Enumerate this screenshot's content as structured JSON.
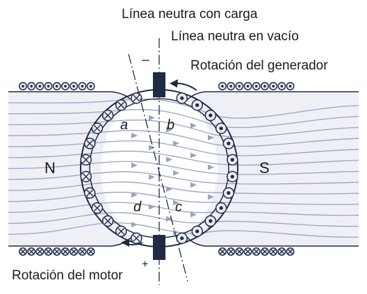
{
  "labels": {
    "neutral_load": "Línea neutra con carga",
    "neutral_noload": "Línea neutra en vacío",
    "gen_rotation": "Rotación del generador",
    "motor_rotation": "Rotación del motor",
    "pole_n": "N",
    "pole_s": "S",
    "zone_a": "a",
    "zone_b": "b",
    "zone_c": "c",
    "zone_d": "d",
    "sign_minus": "–",
    "sign_plus": "+"
  },
  "colors": {
    "field_line": "#9aa3bf",
    "pole_fill": "#e8eaf3",
    "stroke": "#1f2a44",
    "brush": "#1f2a44"
  },
  "conductors": {
    "left_symbol": "cross",
    "right_symbol": "dot",
    "count_per_side": 12
  },
  "field_lines_count": 13,
  "coil_symbols": {
    "top_left": "dot",
    "top_right": "dot",
    "bottom_left": "cross",
    "bottom_right": "cross",
    "count": 9
  }
}
